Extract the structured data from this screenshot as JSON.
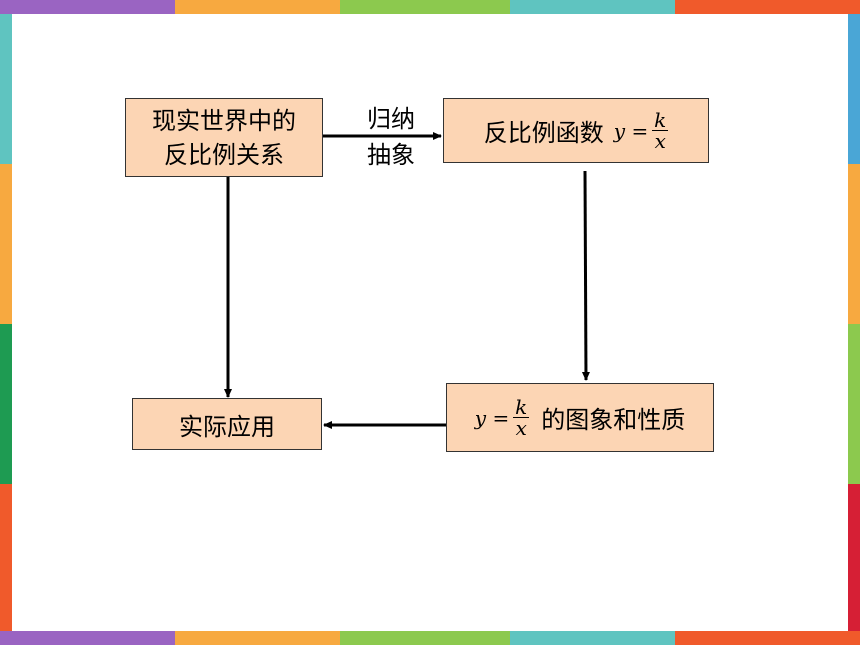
{
  "colors": {
    "box_fill": "#fcd5b4",
    "border_palette": [
      "#9a64c2",
      "#f7a940",
      "#8cc94e",
      "#5fc4c0",
      "#f05a2b",
      "#1e9b52",
      "#d61f35",
      "#4aa6d6"
    ]
  },
  "nodes": {
    "real_world": {
      "line1": "现实世界中的",
      "line2": "反比例关系"
    },
    "function": {
      "text": "反比例函数",
      "formula_lhs": "y =",
      "formula_num": "k",
      "formula_den": "x"
    },
    "graph": {
      "formula_lhs": "y =",
      "formula_num": "k",
      "formula_den": "x",
      "text": "的图象和性质"
    },
    "application": {
      "text": "实际应用"
    }
  },
  "edge_labels": {
    "line1": "归纳",
    "line2": "抽象"
  }
}
